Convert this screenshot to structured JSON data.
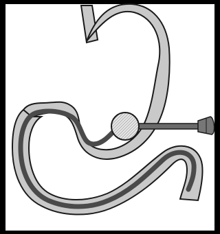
{
  "colors": {
    "frame_border": "#000000",
    "background": "#ffffff",
    "organ_fill": "#c9c9c9",
    "outline": "#1a1a1a",
    "tube": "#4a4a4a",
    "hatch": "#8a8a8a"
  },
  "figure": {
    "parts": [
      "stomach",
      "esophagus",
      "small-intestine-loop",
      "feeding-tube",
      "gastrostomy-disc",
      "external-tube"
    ]
  }
}
